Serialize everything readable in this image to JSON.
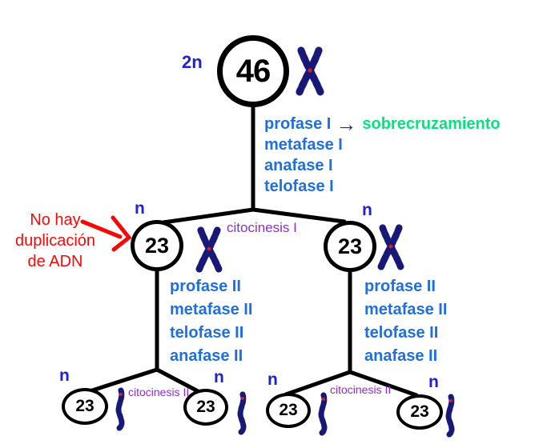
{
  "colors": {
    "blue": "#1f6fe0",
    "navy": "#2121cf",
    "green": "#00e57e",
    "purple": "#9229e0",
    "red": "#fb0606",
    "black": "#000000",
    "chromosome": "#2a2ab8",
    "chromosome_dark": "#181875",
    "centromere": "#d42020"
  },
  "root": {
    "ploidy": "2n",
    "count": "46"
  },
  "meiosis1": {
    "phases": [
      "profase I",
      "metafase I",
      "anafase I",
      "telofase I"
    ],
    "arrow_icon": "→",
    "arrow_note": "sobrecruzamiento",
    "cytokinesis_label": "citocinesis I"
  },
  "dna_note": {
    "line1": "No hay",
    "line2": "duplicación",
    "line3": "de ADN"
  },
  "mid_cells": [
    {
      "ploidy": "n",
      "count": "23"
    },
    {
      "ploidy": "n",
      "count": "23"
    }
  ],
  "meiosis2": {
    "phases_left": [
      "profase II",
      "metafase II",
      "telofase II",
      "anafase II"
    ],
    "phases_right": [
      "profase II",
      "metafase II",
      "telofase II",
      "anafase II"
    ],
    "cytokinesis_label_left": "citocinesis II",
    "cytokinesis_label_right": "citocinesis II"
  },
  "bottom_cells": [
    {
      "ploidy": "n",
      "count": "23"
    },
    {
      "ploidy": "n",
      "count": "23"
    },
    {
      "ploidy": "n",
      "count": "23"
    },
    {
      "ploidy": "n",
      "count": "23"
    }
  ]
}
